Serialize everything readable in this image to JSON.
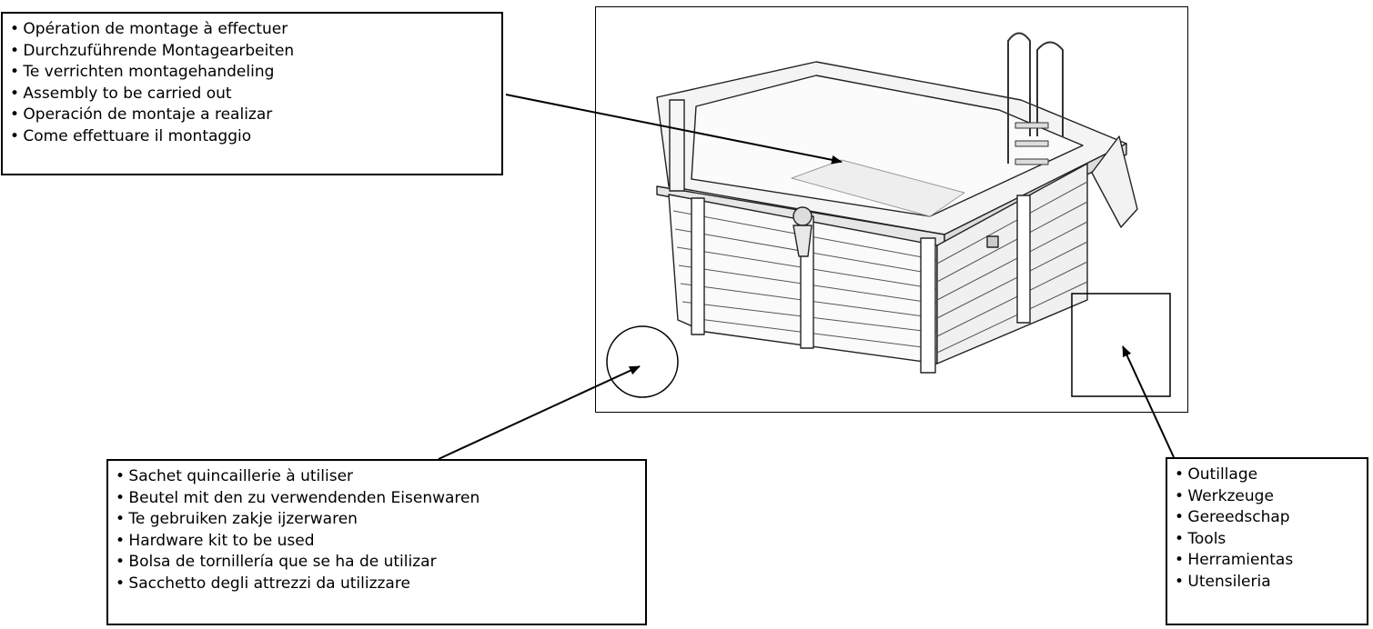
{
  "callouts": {
    "assembly": [
      "Opération de montage à effectuer",
      "Durchzuführende Montagearbeiten",
      "Te verrichten montagehandeling",
      "Assembly to be carried out",
      "Operación de montaje a realizar",
      "Come effettuare il montaggio"
    ],
    "hardware": [
      "Sachet quincaillerie à utiliser",
      "Beutel mit den zu verwendenden Eisenwaren",
      "Te gebruiken zakje ijzerwaren",
      "Hardware kit to be used",
      "Bolsa de tornillería que se ha de utilizar",
      "Sacchetto degli attrezzi da utilizzare"
    ],
    "tools": [
      "Outillage",
      "Werkzeuge",
      "Gereedschap",
      "Tools",
      "Herramientas",
      "Utensileria"
    ]
  },
  "bullet": "•"
}
